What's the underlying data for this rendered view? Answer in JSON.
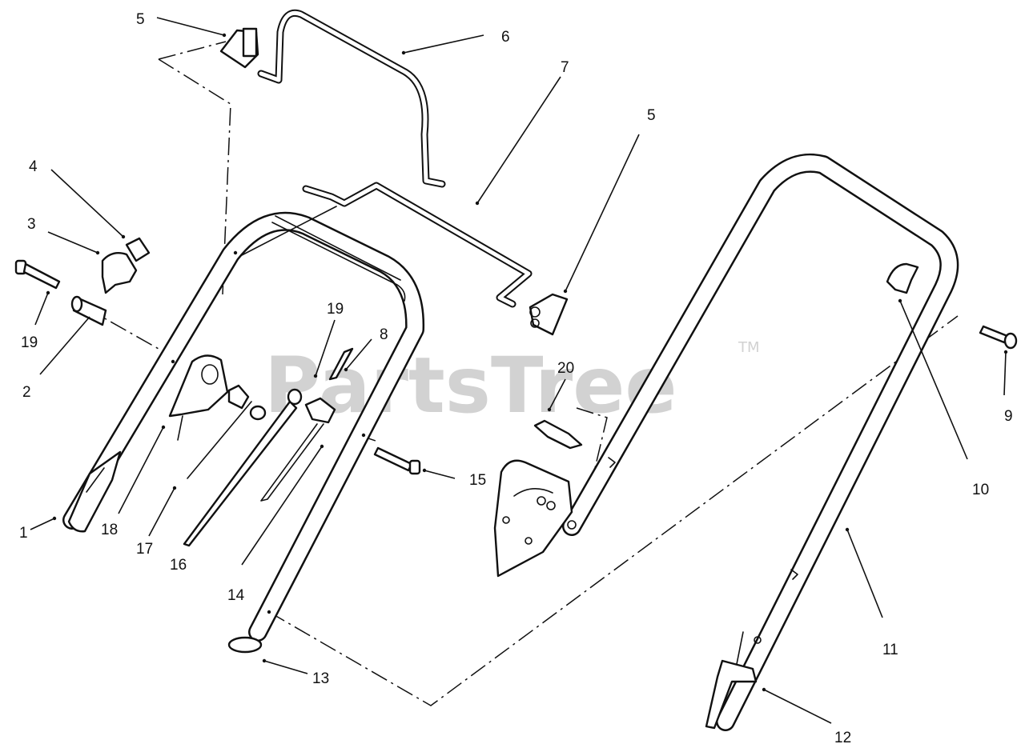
{
  "watermark": {
    "brand": "PartsTree",
    "tm": "TM"
  },
  "callouts": [
    {
      "id": "c5a",
      "label": "5"
    },
    {
      "id": "c6",
      "label": "6"
    },
    {
      "id": "c7",
      "label": "7"
    },
    {
      "id": "c5b",
      "label": "5"
    },
    {
      "id": "c4",
      "label": "4"
    },
    {
      "id": "c3",
      "label": "3"
    },
    {
      "id": "c19a",
      "label": "19"
    },
    {
      "id": "c2",
      "label": "2"
    },
    {
      "id": "c19b",
      "label": "19"
    },
    {
      "id": "c8",
      "label": "8"
    },
    {
      "id": "c20",
      "label": "20"
    },
    {
      "id": "c9",
      "label": "9"
    },
    {
      "id": "c10",
      "label": "10"
    },
    {
      "id": "c15",
      "label": "15"
    },
    {
      "id": "c1",
      "label": "1"
    },
    {
      "id": "c18",
      "label": "18"
    },
    {
      "id": "c17",
      "label": "17"
    },
    {
      "id": "c16",
      "label": "16"
    },
    {
      "id": "c14",
      "label": "14"
    },
    {
      "id": "c13",
      "label": "13"
    },
    {
      "id": "c11",
      "label": "11"
    },
    {
      "id": "c12",
      "label": "12"
    }
  ]
}
